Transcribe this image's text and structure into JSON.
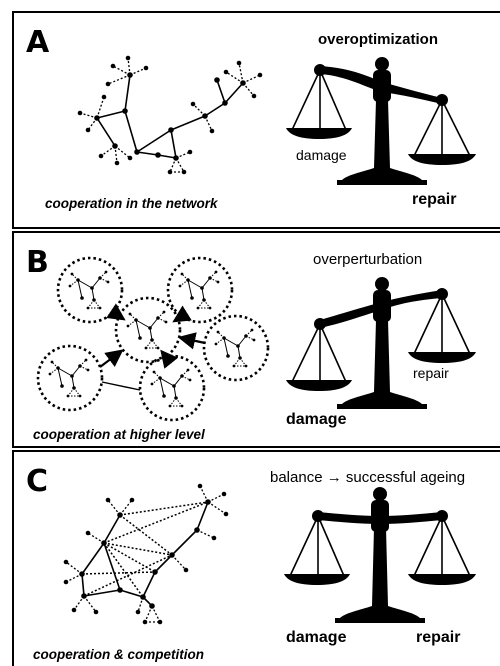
{
  "panels": [
    {
      "letter": "A",
      "title": "overoptimization",
      "caption": "cooperation in the network",
      "left_pan_label": "damage",
      "right_pan_label": "repair"
    },
    {
      "letter": "B",
      "title": "overperturbation",
      "caption": "cooperation at higher level",
      "left_pan_label": "damage",
      "right_pan_label": "repair"
    },
    {
      "letter": "C",
      "title": "balance → successful ageing",
      "caption": "cooperation & competition",
      "left_pan_label": "damage",
      "right_pan_label": "repair"
    }
  ]
}
